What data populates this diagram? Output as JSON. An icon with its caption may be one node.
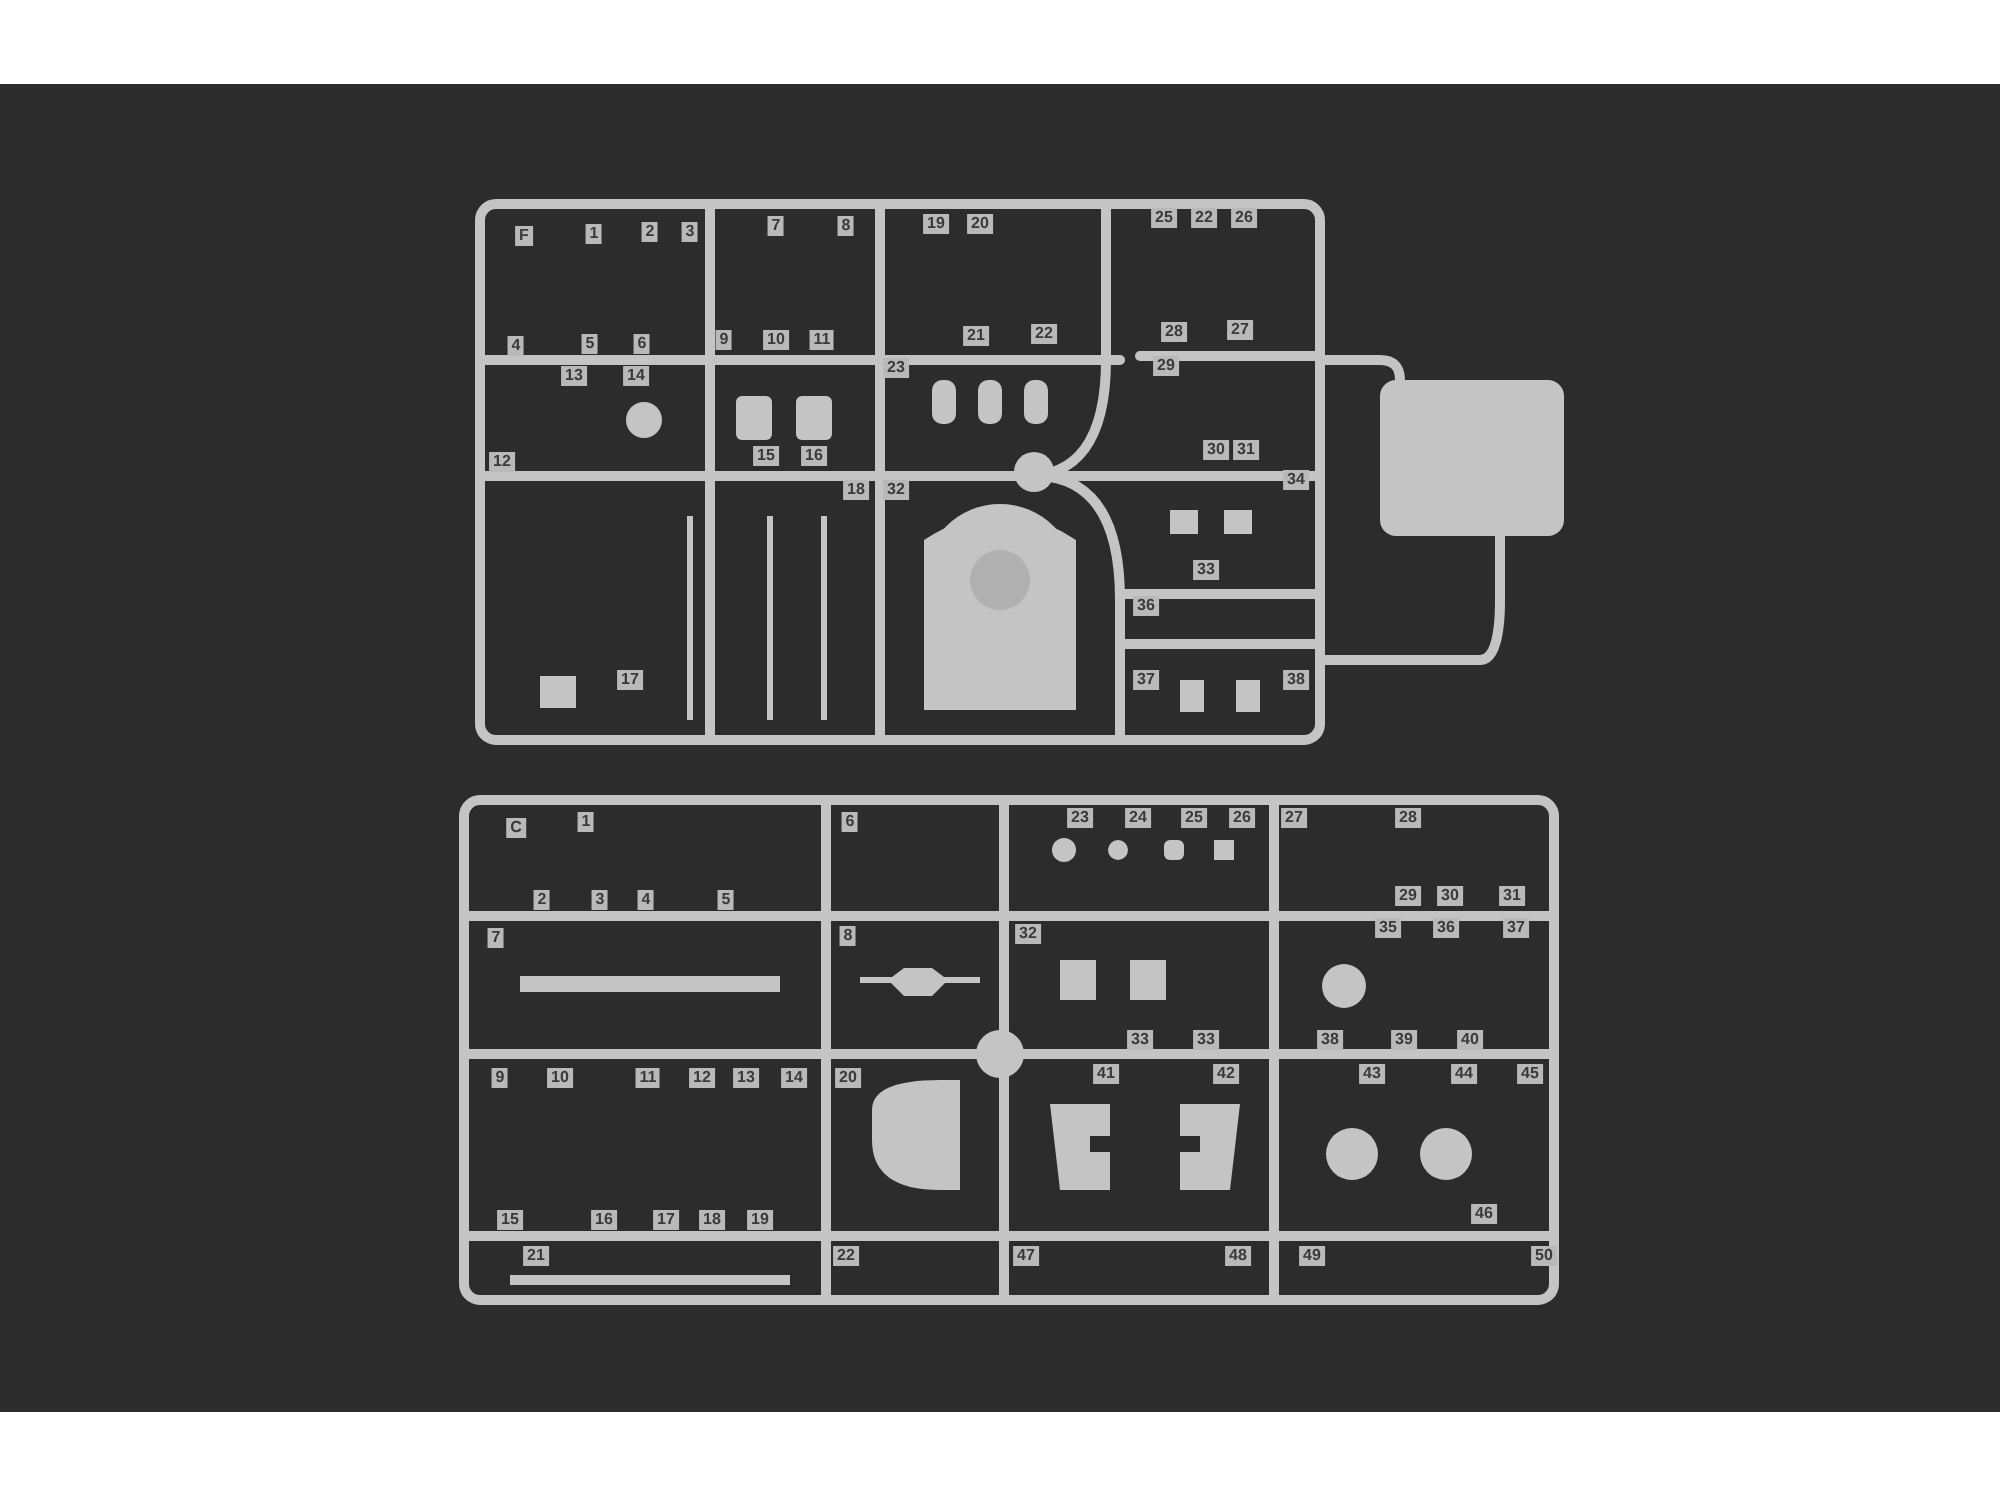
{
  "diagram": {
    "labels": [
      "F",
      "1",
      "2",
      "3",
      "7",
      "8",
      "19",
      "20",
      "25",
      "22",
      "26",
      "4",
      "5",
      "6",
      "9",
      "10",
      "11",
      "21",
      "22",
      "28",
      "27",
      "13",
      "14",
      "23",
      "29",
      "12",
      "15",
      "16",
      "30",
      "31",
      "18",
      "32",
      "34",
      "33",
      "36",
      "17",
      "37",
      "38",
      "C",
      "1",
      "6",
      "23",
      "24",
      "25",
      "26",
      "27",
      "28",
      "2",
      "3",
      "4",
      "5",
      "29",
      "30",
      "31",
      "7",
      "8",
      "32",
      "35",
      "36",
      "37",
      "33",
      "33",
      "38",
      "39",
      "40",
      "9",
      "10",
      "11",
      "12",
      "13",
      "14",
      "20",
      "41",
      "42",
      "43",
      "44",
      "45",
      "15",
      "16",
      "17",
      "18",
      "19",
      "46",
      "21",
      "22",
      "47",
      "48",
      "49",
      "50"
    ]
  }
}
